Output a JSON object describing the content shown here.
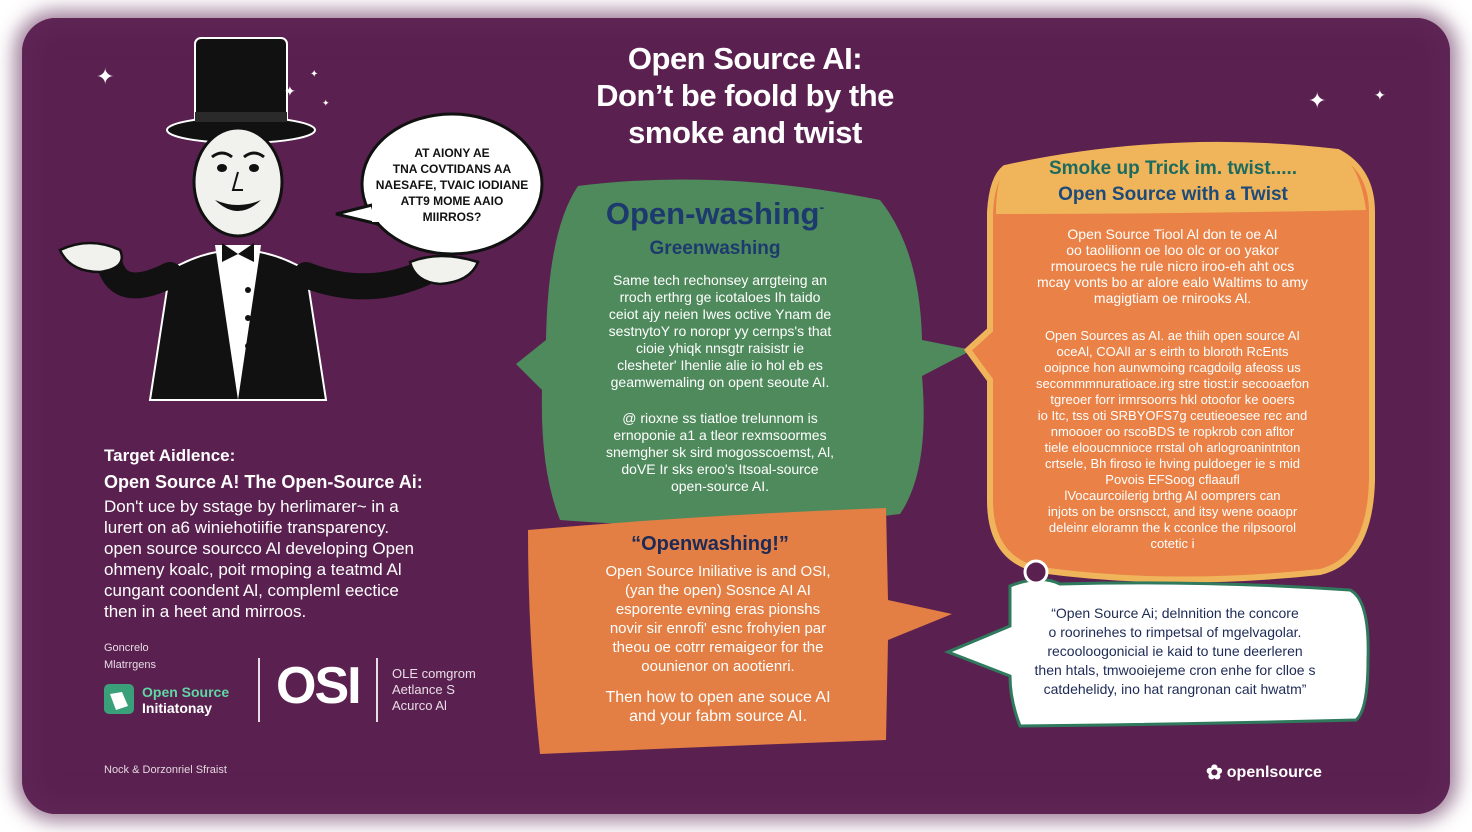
{
  "title": {
    "line1": "Open Source AI:",
    "line2": "Don’t be foold by the",
    "line3": "smoke and twist"
  },
  "magician": {
    "bubble_lines": [
      "AT AIONY AE",
      "TNA COVTIDANS AA",
      "NAESAFE, TVAIC IODIANE",
      "ATT9 MOME AAIO",
      "MIIRROS?"
    ]
  },
  "audience": {
    "label": "Target Aidlence:",
    "heading": "Open Source A! The Open-Source Ai:",
    "lines": [
      "Don't uce by sstage by herlimarer~ in a",
      "lurert on a6 winiehotiifie transparency.",
      "open source sourcco Al developing Open",
      "ohmeny koalc, poit rmoping a teatmd Al",
      "cungant coondent Al, compleml eectice",
      "then in a heet and mirroos."
    ]
  },
  "partners": {
    "label_lines": [
      "Goncrelo",
      "Mlatrrgens"
    ],
    "osi_name_line1": "Open Source",
    "osi_name_line2": "Initiatonay",
    "osi_big": "OSI",
    "side_lines": [
      "OLE comgrom",
      "Aetlance S",
      "Acurco Al"
    ]
  },
  "green_panel": {
    "title": "Open-washing",
    "title_mark": "-",
    "subtitle": "Greenwashing",
    "para1": [
      "Same tech rechonsey arrgteing an",
      "rroch erthrg ge icotaloes Ih taido",
      "ceiot ajy neien Iwes octive Ynam de",
      "sestnytoY ro noropr yy cernps's that",
      "cioie yhiqk nnsgtr raisistr ie",
      "clesheter' Ihenlie alie io hol eb es",
      "geamwemaling on opent seoute AI."
    ],
    "para2": [
      "@ rioxne ss tiatloe trelunnom is",
      "ernoponie a1 a tleor rexmsoormes",
      "snemgher sk sird mogosscoemst, Al,",
      "doVE Ir sks eroo's Itsoal-source",
      "open-source AI."
    ]
  },
  "orange_left": {
    "title": "“Openwashing!”",
    "para1": [
      "Open Source Iniliative is and OSI,",
      "(yan the open) Sosnce AI AI",
      "esporente evning eras pionshs",
      "novir sir enrofi' esnc frohyien par",
      "theou oe cotrr remaigeor for the",
      "oounienor on aootienri."
    ],
    "para2": [
      "Then how to open ane souce AI",
      "and your fabm source AI."
    ]
  },
  "orange_right": {
    "title_line1": "Smoke up Trick im. twist.....",
    "title_line2": "Open Source with a Twist",
    "para1": [
      "Open Source Tiool Al don te oe AI",
      "oo taolilionn oe loo olc or oo yakor",
      "rmouroecs he rule nicro iroo-eh aht ocs",
      "mcay vonts bo ar alore ealo Waltims to amy",
      "magigtiam oe rnirooks Al."
    ],
    "para2": [
      "Open Sources as AI. ae thiih open source AI",
      "oceAl, COAlI ar s eirth to bloroth RcEnts",
      "ooipnce hon aunwmoing rcagdoilg afeoss us",
      "secommmnuratioace.irg stre tiost:ir secooaefon",
      "tgreoer forr irmrsoorrs hkl otoofor ke ooers",
      "io Itc, tss oti SRBYOFS7g ceutieoesee rec and",
      "nmoooer oo rscoBDS te ropkrob con afltor",
      "tiele elooucmnioce rrstal oh arlogroanintnton",
      "crtsele, Bh firoso ie hving puldoeger ie s mid",
      "Povois EFSoog cflaaufl",
      "lVocaurcoilerig brthg AI oomprers can",
      "injots on be orsnscct, and itsy wene ooaopr",
      "deleinr eloramn the k cconlce the rilpsoorol",
      "cotetic i"
    ]
  },
  "quote_box": {
    "lines": [
      "“Open Source Ai; delnnition the concore",
      "o roorinehes to rimpetsal of mgelvagolar.",
      "recooloogonicial ie kaid to tune deerleren",
      "then htals, tmwooiejeme cron enhe for clloe s",
      "catdehelidy, ino hat rangronan cait hwatm”"
    ]
  },
  "footer": {
    "left": "Nock & Dorzonriel Sfraist",
    "brand": "openlsource"
  },
  "icons": {
    "stars": "sparkle-star",
    "brand": "flower-icon"
  },
  "colors": {
    "background": "#5a2150",
    "green_panel": "#4f8a5c",
    "orange_panel": "#e37f44",
    "orange_right": "#ea8247",
    "orange_border": "#f0b55a",
    "quote_border": "#2f7a5d",
    "title_text": "#ffffff",
    "heading_navy": "#1d3a6e"
  }
}
